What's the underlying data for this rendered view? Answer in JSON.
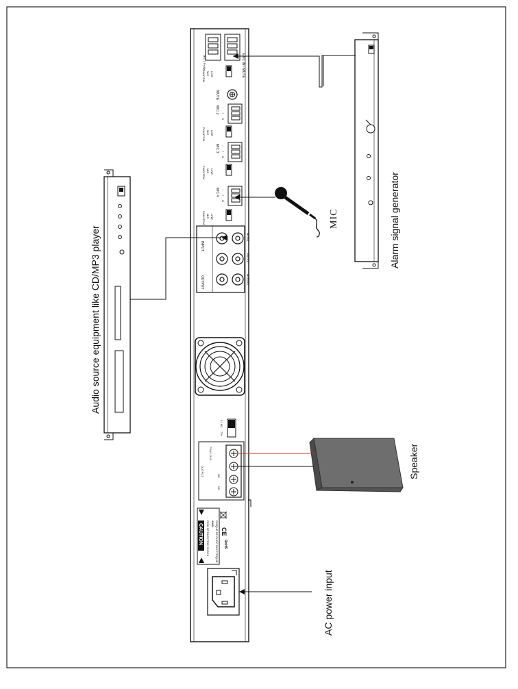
{
  "labels": {
    "audio_source": "Audio source equipment like CD/MP3 player",
    "alarm": "Alarm signal generator",
    "mic": "MIC",
    "speaker": "Speaker",
    "ac_power": "AC power input"
  },
  "panel": {
    "emc_in_mute": "EMC IN / MUTE",
    "mic1_phantom": "MIC 1 PHAN",
    "mic2": "MIC 2",
    "mic3": "MIC 3",
    "mic4": "MIC 4",
    "mute": "MUTE",
    "phantom": "PHANTOM",
    "mic_sel": "MIC",
    "line_sel": "LINE",
    "input": "INPUT",
    "output_rca": "OUTPUT",
    "aux1": "AUX1",
    "aux2": "AUX2",
    "audio": "AUDIO",
    "output_spk": "OUTPUT",
    "impedance": "70V/4-16 Ω",
    "v70": "70V",
    "ohm": "4-16Ω",
    "nc": "NC",
    "caution": "CAUTION",
    "caution_text": "RISK OF ELECTRIC SHOCK",
    "avis": "AVIS:",
    "avis_text": "RISQUE DE CHOC ELECTRIQUE",
    "ce": "CE",
    "rohs": "RoHS",
    "plus": "+",
    "minus": "−",
    "g": "G"
  },
  "colors": {
    "line": "#111111",
    "red_wire": "#c0392b",
    "speaker_body": "#6e6e6e",
    "speaker_front": "#4b4b4b"
  }
}
